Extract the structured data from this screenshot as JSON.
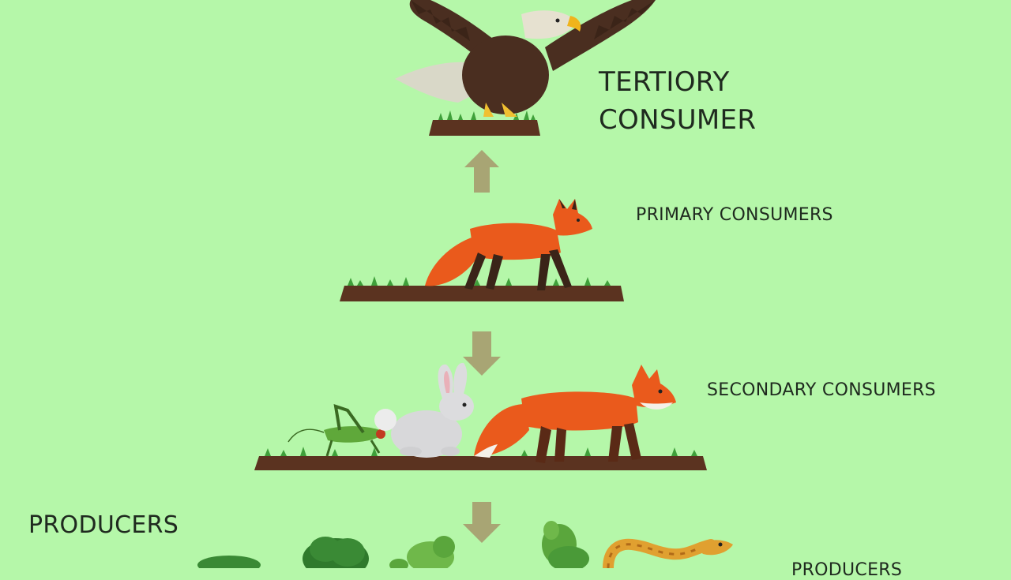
{
  "labels": {
    "tertiary_line1": "TERTIORY",
    "tertiary_line2": "CONSUMER",
    "primary": "PRIMARY CONSUMERS",
    "secondary": "SECONDARY CONSUMERS",
    "producers_left": "PRODUCERS",
    "producers_right": "PRODUCERS"
  },
  "colors": {
    "background": "#b5f7a9",
    "arrow": "#a8a574",
    "ground": "#5b3320",
    "grass": "#3fa03a",
    "fox": "#ea5a1c",
    "eagle": "#4a2e20"
  },
  "icons": [
    "eagle-icon",
    "fox-icon",
    "rabbit-icon",
    "grasshopper-icon",
    "snake-icon",
    "plant-icon"
  ]
}
